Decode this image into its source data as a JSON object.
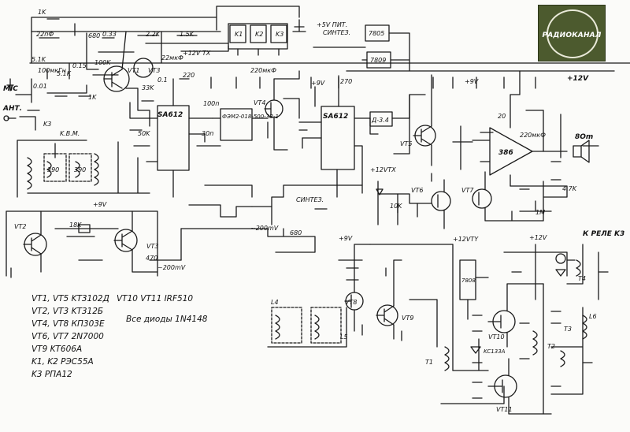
{
  "logo": {
    "text": "РАДИОКАНАЛ"
  },
  "labels": {
    "power_5v": "+5V ПИТ.",
    "power_5v_b": "СИНТЕЗ.",
    "ic_7805": "7805",
    "ic_7809": "7809",
    "plus12_tx": "+12V TX",
    "plus12_main": "+12V",
    "plus9_top": "+9V",
    "plus9_mid": "+9V",
    "mic": "MIC",
    "ant": "АНТ.",
    "k3": "K3",
    "kvm": "K.В.М.",
    "sa612_a": "SA612",
    "sa612_b": "SA612",
    "filter": "ФЭМ2-018-500-3В-1",
    "d34": "Д-3.4",
    "ic386": "386",
    "speaker": "8Om",
    "sintez": "СИНТЕЗ.",
    "vt1": "VT1",
    "vt2": "VT2",
    "vt3": "VT3",
    "vt3b": "VT3",
    "vt4": "VT4",
    "vt5": "VT5",
    "vt6": "VT6",
    "vt7": "VT7",
    "vt8": "VT8",
    "vt9": "VT9",
    "vt10": "VT10",
    "vt11": "VT11",
    "k1": "K1",
    "k2": "K2",
    "k3b": "K3",
    "rx12": "+12VTX",
    "rx12b": "+12VTY",
    "mv200": "~200mV",
    "mv200b": "~200mV",
    "r680": "680",
    "l4": "L4",
    "l5": "L5",
    "l6": "L6",
    "t1": "T1",
    "t2": "T2",
    "t3": "T3",
    "t4": "T4",
    "kc": "KC133A",
    "k_rele": "К РЕЛЕ K3",
    "plus12_right": "+12V",
    "plus9_l": "+9V",
    "plus12_tx_b": "+12VTY",
    "tr78": "7808"
  },
  "parts": {
    "c1k": "1K",
    "c22p": "22пФ",
    "r51k": "5.1K",
    "l100": "100мкГн",
    "c015": "0.15",
    "r51k2": "5.1K",
    "c001": "0.01",
    "r1k": "1K",
    "r680": "680",
    "c033": "0.33",
    "r22k": "2.2K",
    "r15k": "1.5K",
    "c22n": "22мкФ",
    "r100k": "100K",
    "c01": "0.1",
    "r33k": "33K",
    "r220": "220",
    "c220": "220мкФ",
    "r270": "270",
    "r50k": "50K",
    "c100p": "100п",
    "c30p": "30п",
    "c220u": "220мкФ",
    "r20": "20",
    "r10k": "10K",
    "r1m": "1M",
    "r47k": "4.7K",
    "r18k": "18K",
    "c390": "390",
    "r470": "470"
  },
  "notes": [
    "VT1, VT5  KT3102Д",
    "VT2, VT3  KT312Б",
    "VT4, VT8  КП303Е",
    "VT6, VT7  2N7000",
    "VT9  KT606A",
    "K1, K2  РЭС55А",
    "K3  РПА12"
  ],
  "notes_right": [
    "VT10 VT11  IRF510",
    "Все диоды 1N4148"
  ]
}
